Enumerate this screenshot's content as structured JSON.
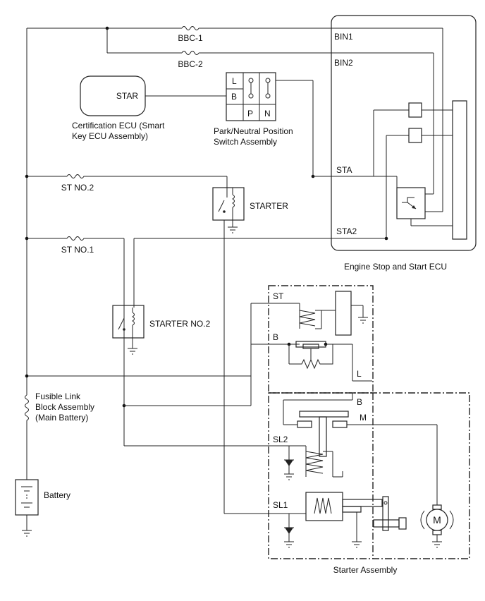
{
  "labels": {
    "bbc1": "BBC-1",
    "bbc2": "BBC-2",
    "bin1": "BIN1",
    "bin2": "BIN2",
    "star": "STAR",
    "cert_ecu_line1": "Certification ECU (Smart",
    "cert_ecu_line2": "Key ECU Assembly)",
    "pn_l": "L",
    "pn_b": "B",
    "pn_p": "P",
    "pn_n": "N",
    "pn_switch_line1": "Park/Neutral Position",
    "pn_switch_line2": "Switch Assembly",
    "sta": "STA",
    "sta2": "STA2",
    "st_no2": "ST NO.2",
    "st_no1": "ST NO.1",
    "starter_relay": "STARTER",
    "starter_no2_relay": "STARTER NO.2",
    "engine_ecu": "Engine Stop and Start ECU",
    "st_terminal": "ST",
    "b_terminal_1": "B",
    "l_terminal": "L",
    "b_terminal_2": "B",
    "m_terminal": "M",
    "sl2": "SL2",
    "sl1": "SL1",
    "motor_symbol": "M",
    "fusible_line1": "Fusible Link",
    "fusible_line2": "Block Assembly",
    "fusible_line3": "(Main Battery)",
    "battery": "Battery",
    "starter_assembly": "Starter Assembly"
  }
}
